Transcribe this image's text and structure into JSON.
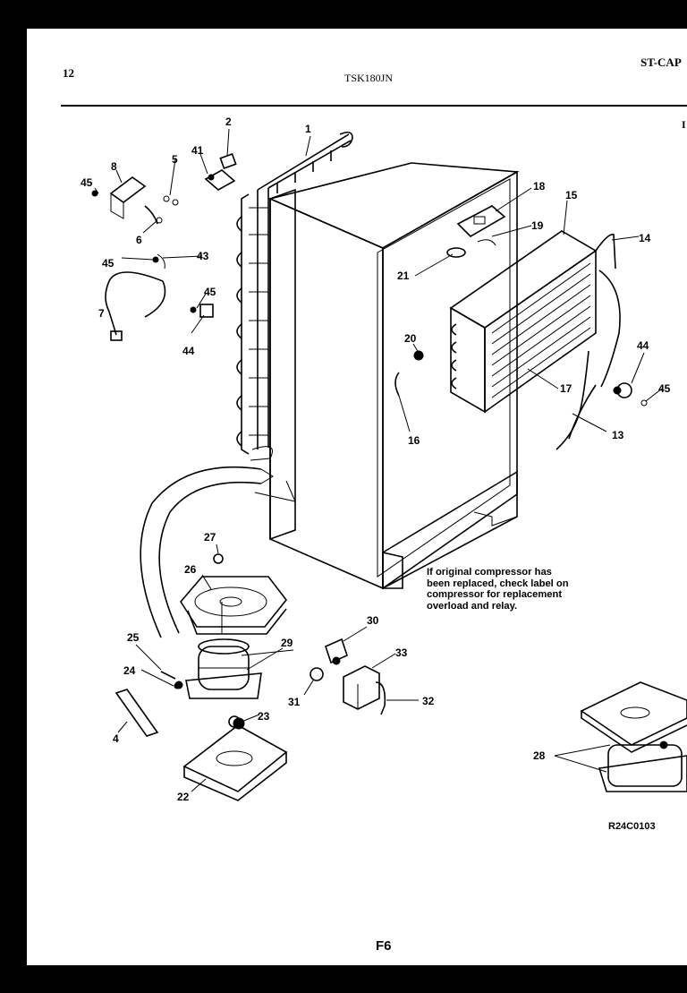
{
  "header": {
    "page_number": "12",
    "model_number": "TSK180JN",
    "section_code": "ST-CAP",
    "edge_mark": "I"
  },
  "note": {
    "lines": [
      "If original compressor has",
      "been replaced, check label on",
      "compressor for replacement",
      "overload and relay."
    ]
  },
  "reference_code": "R24C0103",
  "figure_label": "F6",
  "callouts": {
    "c1": "1",
    "c2": "2",
    "c4": "4",
    "c5": "5",
    "c6": "6",
    "c7": "7",
    "c8": "8",
    "c13": "13",
    "c14": "14",
    "c15": "15",
    "c16": "16",
    "c17": "17",
    "c18": "18",
    "c19": "19",
    "c20": "20",
    "c21": "21",
    "c22": "22",
    "c23": "23",
    "c24": "24",
    "c25": "25",
    "c26": "26",
    "c27": "27",
    "c28": "28",
    "c29": "29",
    "c30": "30",
    "c31": "31",
    "c32": "32",
    "c33": "33",
    "c41": "41",
    "c43": "43",
    "c44a": "44",
    "c44b": "44",
    "c45a": "45",
    "c45b": "45",
    "c45c": "45",
    "c45d": "45"
  }
}
